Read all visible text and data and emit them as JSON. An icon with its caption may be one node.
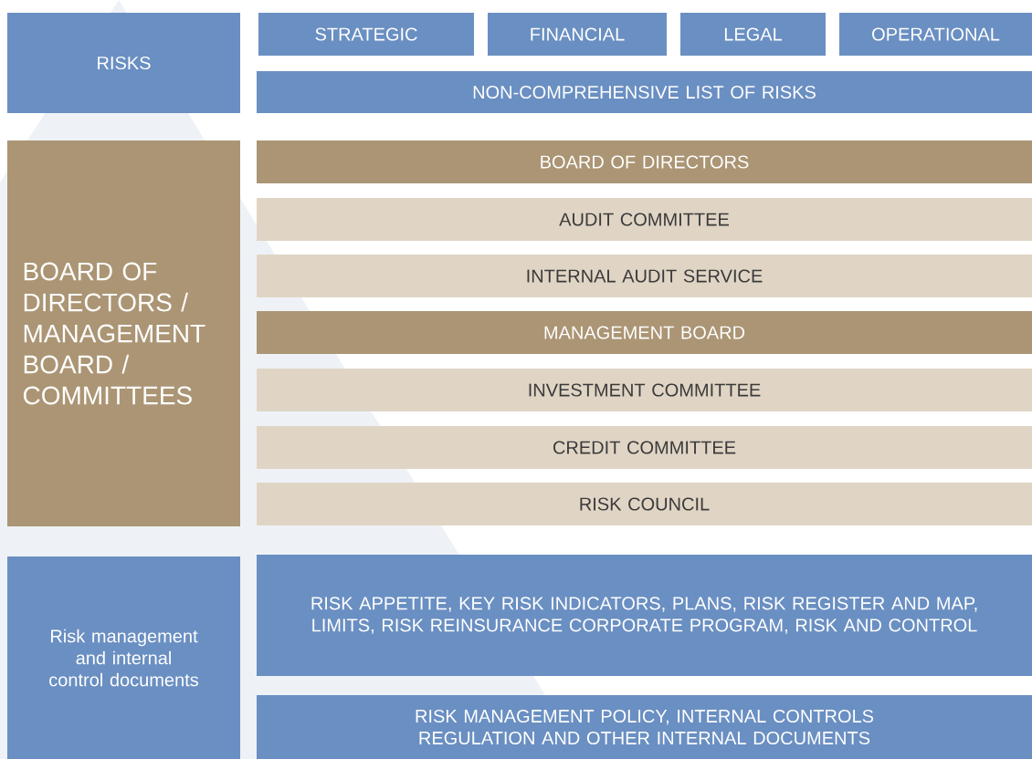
{
  "diagram": {
    "nodes": [
      {
        "text": [
          "RISKS"
        ]
      },
      {
        "text": [
          "STRATEGIC"
        ]
      },
      {
        "text": [
          "FINANCIAL"
        ]
      },
      {
        "text": [
          "LEGAL"
        ]
      },
      {
        "text": [
          "OPERATIONAL"
        ]
      },
      {
        "text": [
          "NON-COMPREHENSIVE LIST OF RISKS"
        ]
      },
      {
        "text": [
          "BOARD OF DIRECTORS / MANAGEMENT BOARD / COMMITTEES"
        ]
      },
      {
        "text": [
          "BOARD OF DIRECTORS"
        ]
      },
      {
        "text": [
          "AUDIT COMMITTEE"
        ]
      },
      {
        "text": [
          "INTERNAL AUDIT SERVICE"
        ]
      },
      {
        "text": [
          "MANAGEMENT BOARD"
        ]
      },
      {
        "text": [
          "INVESTMENT COMMITTEE"
        ]
      },
      {
        "text": [
          "CREDIT COMMITTEE"
        ]
      },
      {
        "text": [
          "RISK COUNCIL"
        ]
      },
      {
        "text": [
          "Risk management and internal control documents"
        ]
      },
      {
        "text": [
          "RISK APPETITE, KEY RISK INDICATORS, PLANS, RISK REGISTER AND MAP, LIMITS, RISK REINSURANCE CORPORATE PROGRAM, RISK AND CONTROL"
        ]
      },
      {
        "text": [
          "RISK MANAGEMENT POLICY, INTERNAL CONTROLS REGULATION AND OTHER INTERNAL DOCUMENTS"
        ]
      }
    ],
    "edges": []
  }
}
